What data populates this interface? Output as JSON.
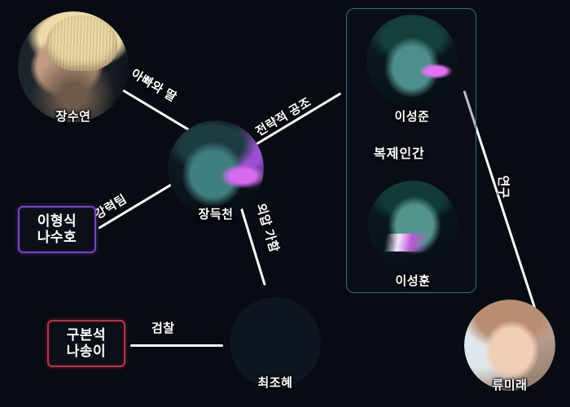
{
  "diagram": {
    "title": "character-relationship-chart",
    "background_color": "#070b12",
    "group": {
      "label": "복제인간",
      "border_color": "#2f6f86"
    },
    "nodes": [
      {
        "id": "suyeon",
        "name": "장수연",
        "type": "photo"
      },
      {
        "id": "deukcheon",
        "name": "장득천",
        "type": "photo"
      },
      {
        "id": "seongjun",
        "name": "이성준",
        "type": "photo"
      },
      {
        "id": "seonghun",
        "name": "이성훈",
        "type": "photo"
      },
      {
        "id": "johye",
        "name": "최조혜",
        "type": "photo"
      },
      {
        "id": "mirae",
        "name": "류미래",
        "type": "photo"
      },
      {
        "id": "hyeongsik",
        "name_line1": "이형식",
        "name_line2": "나수호",
        "type": "box",
        "accent": "#7b42c9"
      },
      {
        "id": "bonseok",
        "name_line1": "구본석",
        "name_line2": "나송이",
        "type": "box",
        "accent": "#c0304a"
      }
    ],
    "edges": [
      {
        "id": "suyeon-deukcheon",
        "label": "아빠와 딸"
      },
      {
        "id": "deukcheon-seongjun",
        "label": "전략적 공조"
      },
      {
        "id": "hyeongsik-deukcheon",
        "label": "강력팀"
      },
      {
        "id": "deukcheon-johye",
        "label": "외압 가함"
      },
      {
        "id": "bonseok-johye",
        "label": "검찰"
      },
      {
        "id": "seongjun-mirae",
        "label": "연구"
      }
    ]
  }
}
